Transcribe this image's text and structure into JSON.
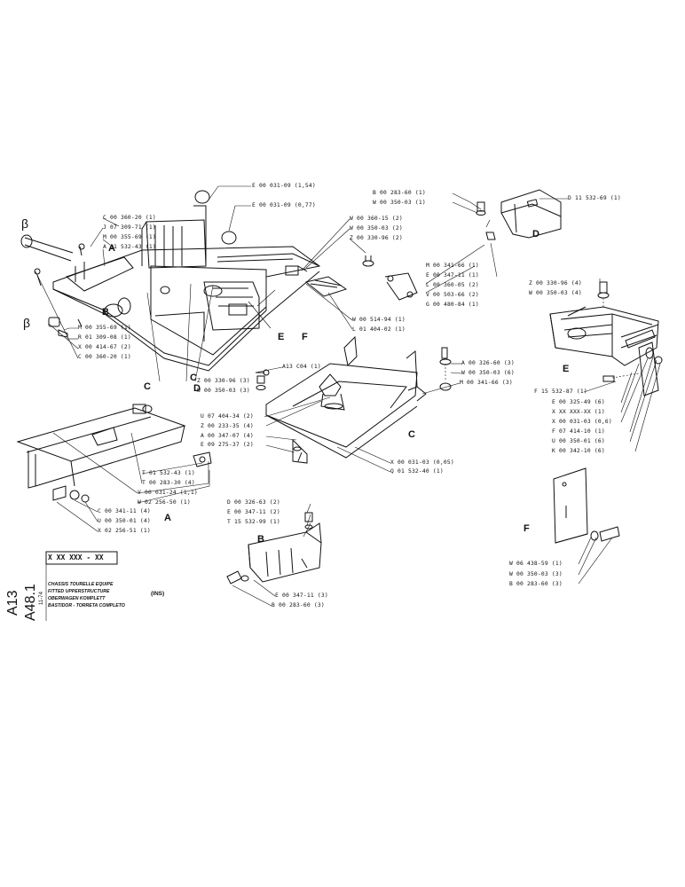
{
  "title_block": {
    "part_number": "X XX XXX - XX",
    "lines": [
      "CHASSIS TOURELLE EQUIPE",
      "FITTED UPPERSTRUCTURE",
      "OBERWAGEN KOMPLETT",
      "BASTIDOR - TORRETA COMPLETO"
    ],
    "ins_mark": "(INS)",
    "page_code_a": "A13",
    "page_code_b": "A48.1",
    "date": "11-74"
  },
  "view_letters": {
    "main_A": "A",
    "main_B": "B",
    "main_C1": "C",
    "main_C2": "C",
    "main_D": "D",
    "main_E": "E",
    "main_F": "F",
    "sub_A": "A",
    "sub_B": "B",
    "sub_C": "C",
    "sub_D": "D",
    "sub_E": "E",
    "sub_F": "F",
    "beta_top": "β",
    "beta_left": "β"
  },
  "labels": {
    "main_tl": [
      "C 00 360-20 (1)",
      "J 07 309-71 (1)",
      "M 00 355-69 (1)",
      "A 11 532-43 (1)"
    ],
    "main_bl": [
      "M 00 355-69 (1)",
      "R 01 309-08 (1)",
      "X 00 414-67 (2)",
      "C 00 360-20 (1)"
    ],
    "main_top_c1": "E 00 031-09 (1,54)",
    "main_top_c2": "E 00 031-09 (0,77)",
    "main_right": [
      "W 00 360-15 (2)",
      "W 00 350-03 (2)",
      "Z 00 330-96 (2)"
    ],
    "main_right_low": [
      "W 00 514-94 (1)",
      "L 01 404-02 (1)"
    ],
    "main_bottom": "A13 C04 (1)",
    "d_top": [
      "B 00 283-60 (1)",
      "W 00 350-03 (1)"
    ],
    "d_right": "D 11 532-69 (1)",
    "d_low": [
      "M 00 341-66 (1)",
      "E 00 347-11 (1)",
      "L 00 360-05 (2)",
      "V 00 503-66 (2)",
      "G 00 480-84 (1)"
    ],
    "e_top": [
      "Z 00 330-96 (4)",
      "W 00 350-03 (4)"
    ],
    "e_list": [
      "F 15 532-87 (1)",
      "E 00 325-49 (6)",
      "X XX XXX-XX (1)",
      "X 00 031-03 (0,6)",
      "F 07 414-10 (1)",
      "U 00 350-01 (6)",
      "K 00 342-10 (6)"
    ],
    "c_left_a": [
      "Z 00 330-96 (3)",
      "W 00 350-03 (3)"
    ],
    "c_right": [
      "A 00 326-60 (3)",
      "W 00 350-03 (6)",
      "M 00 341-66 (3)"
    ],
    "c_left_b": [
      "U 07 404-34 (2)",
      "Z 00 233-35 (4)",
      "A 00 347-07 (4)",
      "E 09 275-37 (2)"
    ],
    "c_bottom": [
      "X 00 031-03 (0,05)",
      "Q 01 532-40 (1)"
    ],
    "a_right": [
      "T 01 532-43 (1)",
      "T 00 283-30 (4)",
      "V 00 031-24 (1,1)",
      "W 02 256-50 (1)",
      "C 00 341-11 (4)",
      "U 00 350-01 (4)",
      "X 02 256-51 (1)"
    ],
    "b_top": [
      "D 00 326-63 (2)",
      "E 00 347-11 (2)",
      "T 15 532-99 (1)"
    ],
    "b_bottom": [
      "E 00 347-11 (3)",
      "B 00 283-60 (3)"
    ],
    "f_list": [
      "W 06 438-59 (1)",
      "W 00 350-03 (3)",
      "B 00 283-60 (3)"
    ]
  }
}
